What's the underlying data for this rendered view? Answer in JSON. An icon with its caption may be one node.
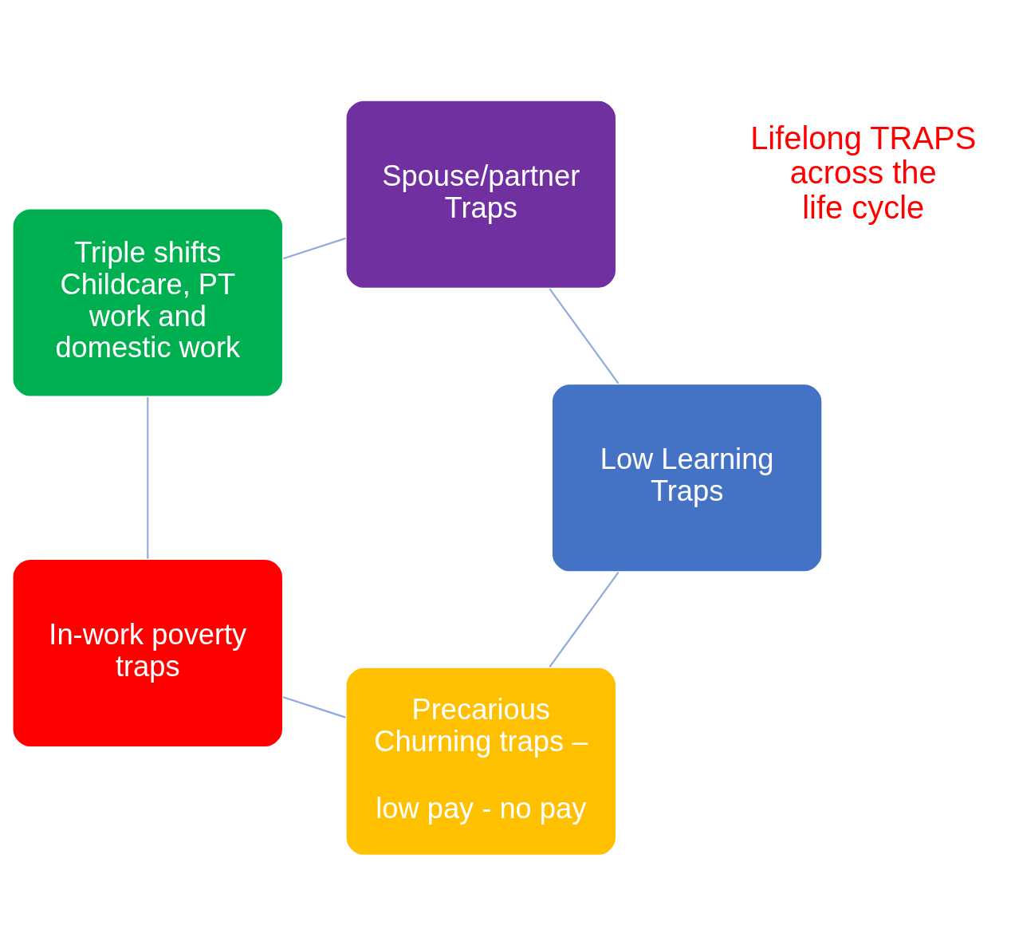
{
  "diagram": {
    "nodes": [
      {
        "text": [
          "Precarious Churning traps –",
          "low pay - no pay"
        ]
      },
      {
        "text": [
          "In-work poverty traps"
        ]
      },
      {
        "text": [
          "Triple shifts Childcare, PT work and domestic work"
        ]
      },
      {
        "text": [
          "Spouse/partner Traps"
        ]
      },
      {
        "text": [
          "Low Learning Traps"
        ]
      }
    ],
    "edges": [
      {
        "from": 0,
        "to": 1,
        "arrow": "none"
      },
      {
        "from": 1,
        "to": 2,
        "arrow": "none"
      },
      {
        "from": 2,
        "to": 3,
        "arrow": "none"
      },
      {
        "from": 3,
        "to": 4,
        "arrow": "none"
      },
      {
        "from": 4,
        "to": 0,
        "arrow": "none"
      }
    ],
    "labels": [
      "Lifelong TRAPS across the life cycle"
    ]
  }
}
